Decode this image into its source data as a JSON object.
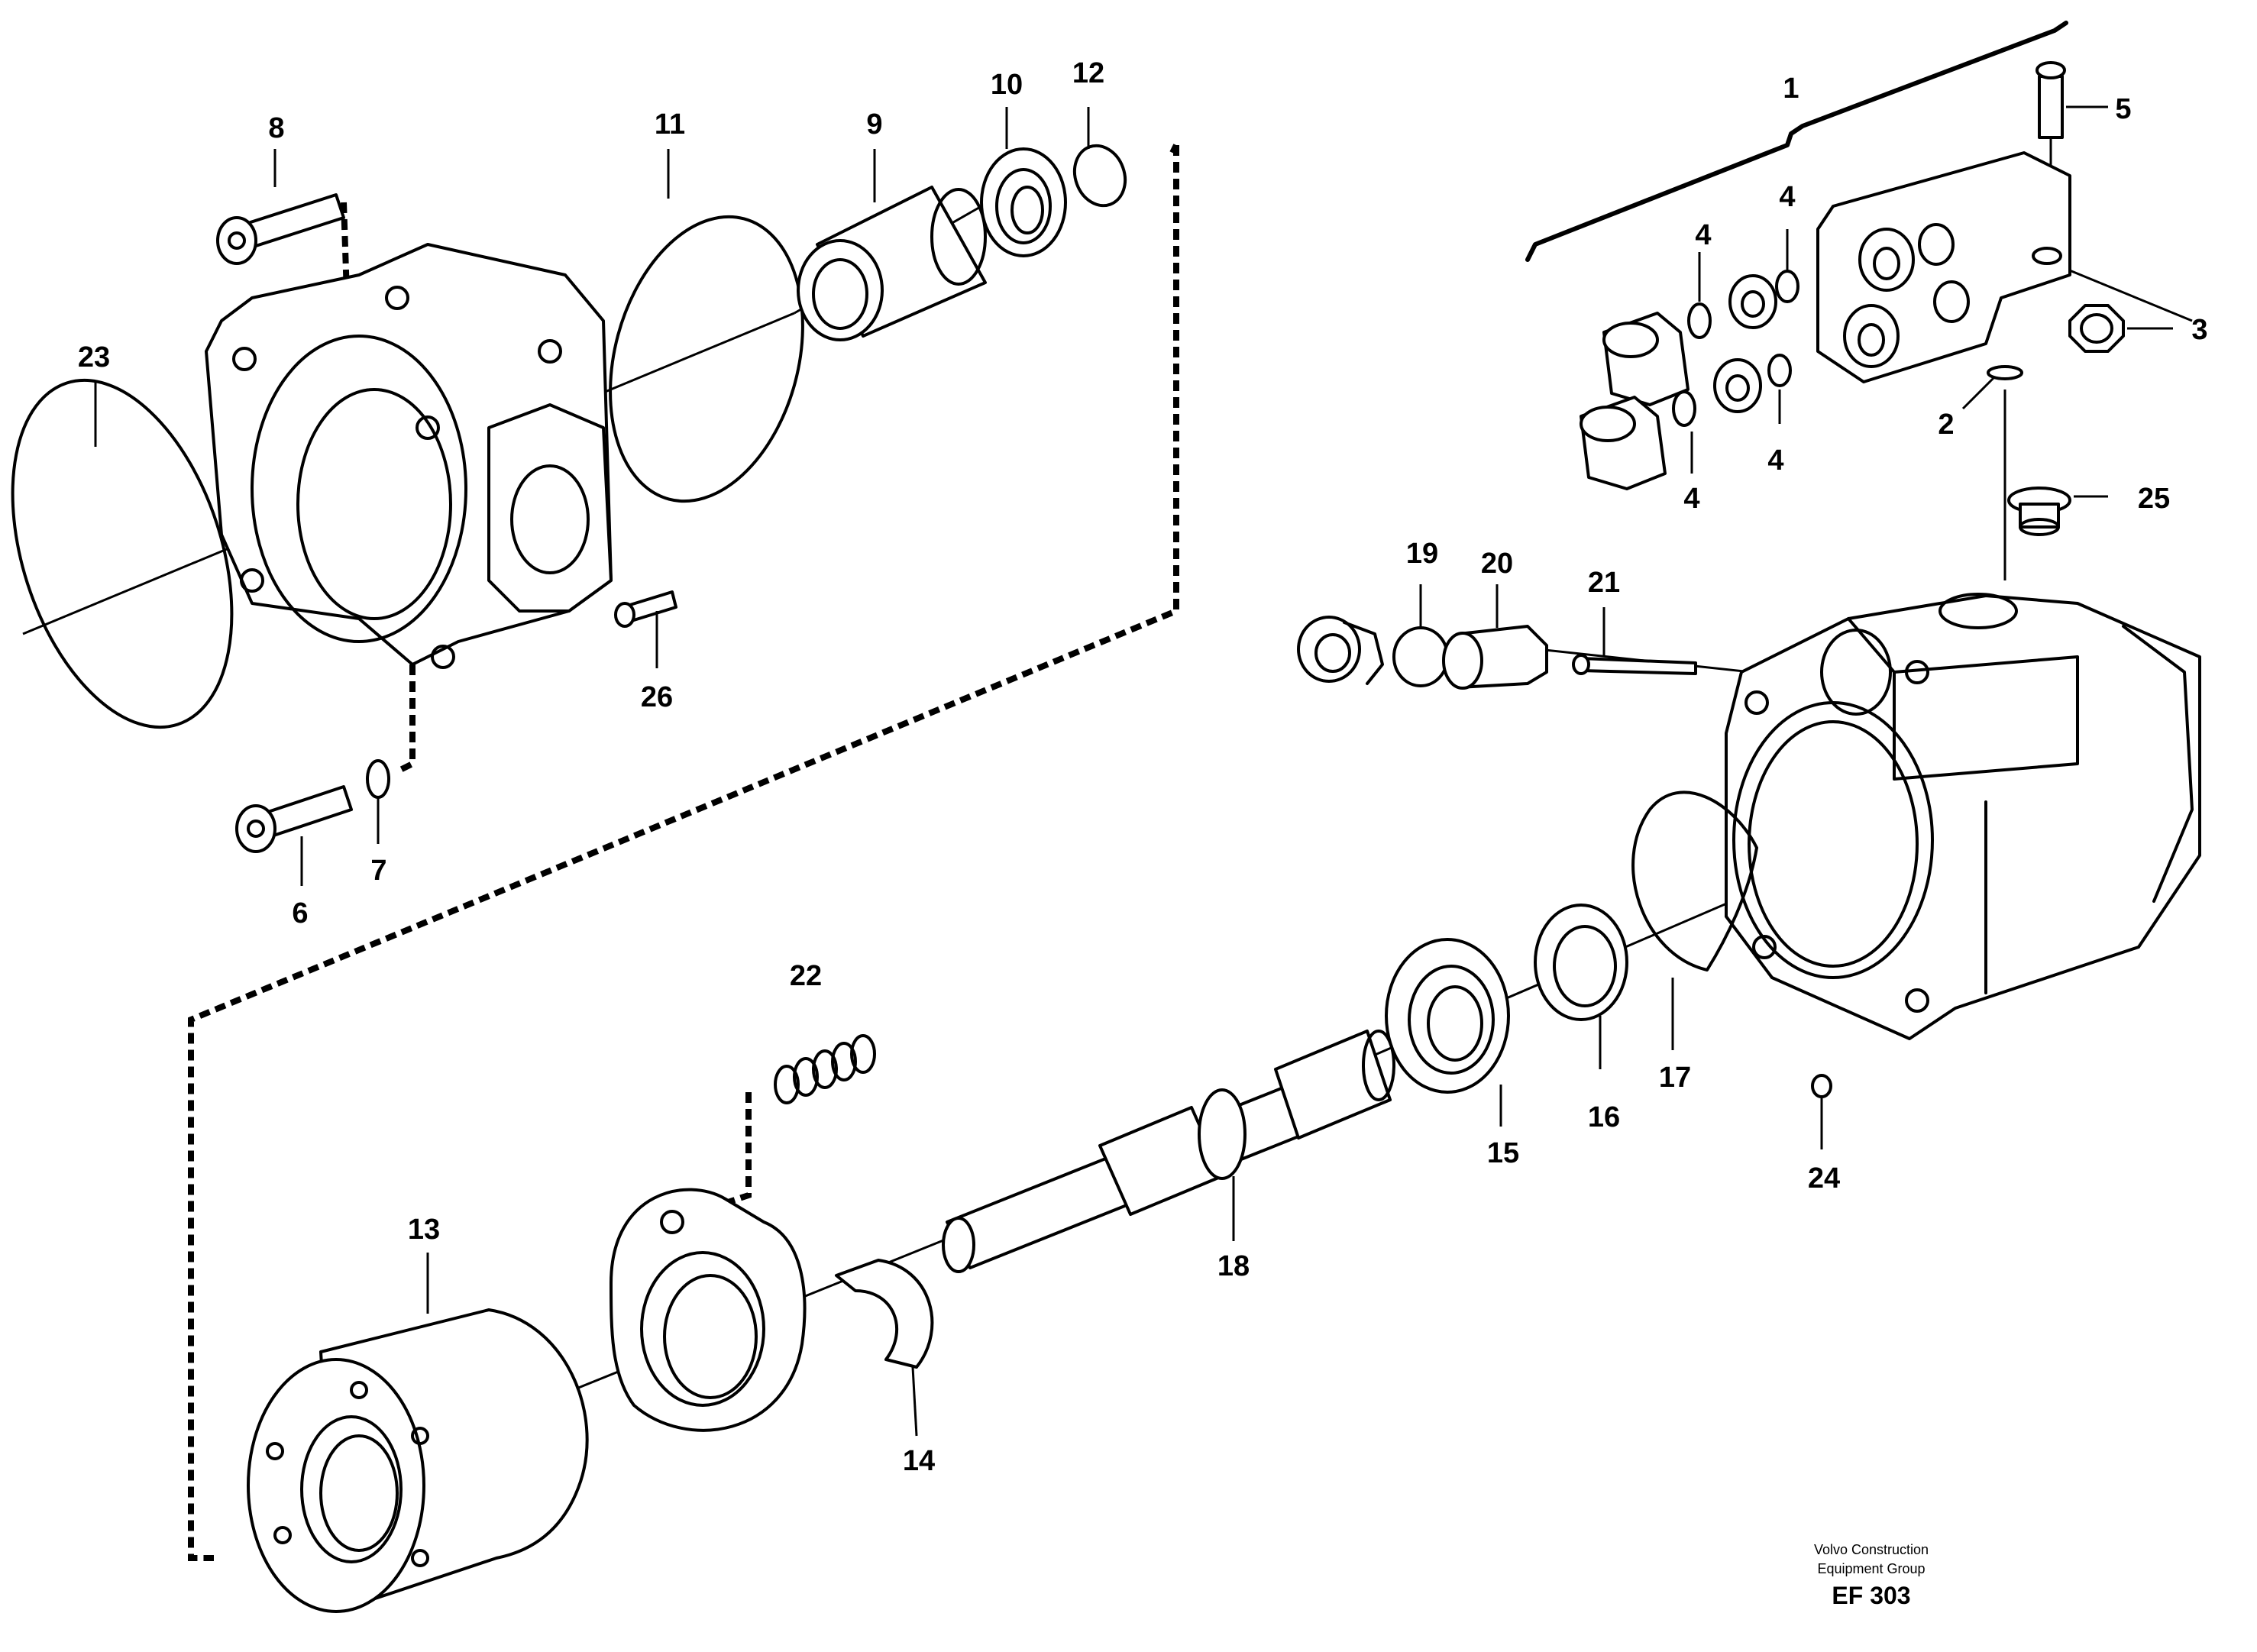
{
  "diagram": {
    "labels": [
      "1",
      "2",
      "3",
      "4",
      "4",
      "4",
      "4",
      "5",
      "6",
      "7",
      "8",
      "9",
      "10",
      "11",
      "12",
      "13",
      "14",
      "15",
      "16",
      "17",
      "18",
      "19",
      "20",
      "21",
      "22",
      "23",
      "24",
      "25",
      "26"
    ],
    "footer": {
      "line1": "Volvo Construction",
      "line2": "Equipment Group",
      "code": "EF 303"
    }
  }
}
